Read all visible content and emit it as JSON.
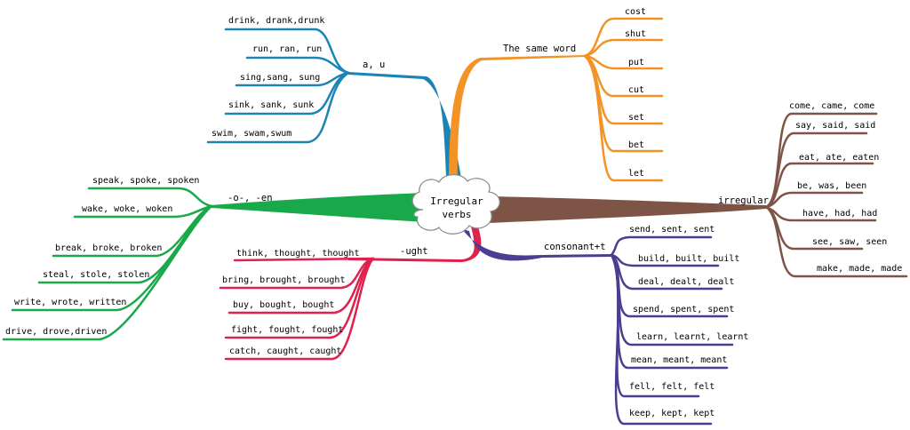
{
  "center": {
    "label_line1": "Irregular",
    "label_line2": "verbs"
  },
  "colors": {
    "blue": "#1b84b5",
    "orange": "#f39325",
    "green": "#19a84a",
    "brown": "#7d5446",
    "red": "#e0204d",
    "purple": "#4d3c8f"
  },
  "branches": {
    "au": {
      "label": "a, u",
      "items": [
        "drink, drank,drunk",
        "run, ran, run",
        "sing,sang, sung",
        "sink, sank, sunk",
        "swim, swam,swum"
      ]
    },
    "same": {
      "label": "The same word",
      "items": [
        "cost",
        "shut",
        "put",
        "cut",
        "set",
        "bet",
        "let"
      ]
    },
    "irregular": {
      "label": "irregular",
      "items": [
        "come, came, come",
        "say, said, said",
        "eat, ate, eaten",
        "be, was, been",
        "have, had, had",
        "see, saw, seen",
        "make, made, made"
      ]
    },
    "oen": {
      "label": "-o-, -en",
      "items": [
        "speak, spoke, spoken",
        "wake, woke, woken",
        "break, broke, broken",
        "steal, stole, stolen",
        "write, wrote, written",
        "drive, drove,driven"
      ]
    },
    "ught": {
      "label": "-ught",
      "items": [
        "think, thought, thought",
        "bring, brought, brought",
        "buy, bought, bought",
        "fight, fought, fought",
        "catch, caught, caught"
      ]
    },
    "cons": {
      "label": "consonant+t",
      "items": [
        "send, sent, sent",
        "build, built, built",
        "deal, dealt, dealt",
        "spend, spent, spent",
        "learn, learnt, learnt",
        "mean, meant, meant",
        "fell, felt, felt",
        "keep, kept, kept"
      ]
    }
  }
}
